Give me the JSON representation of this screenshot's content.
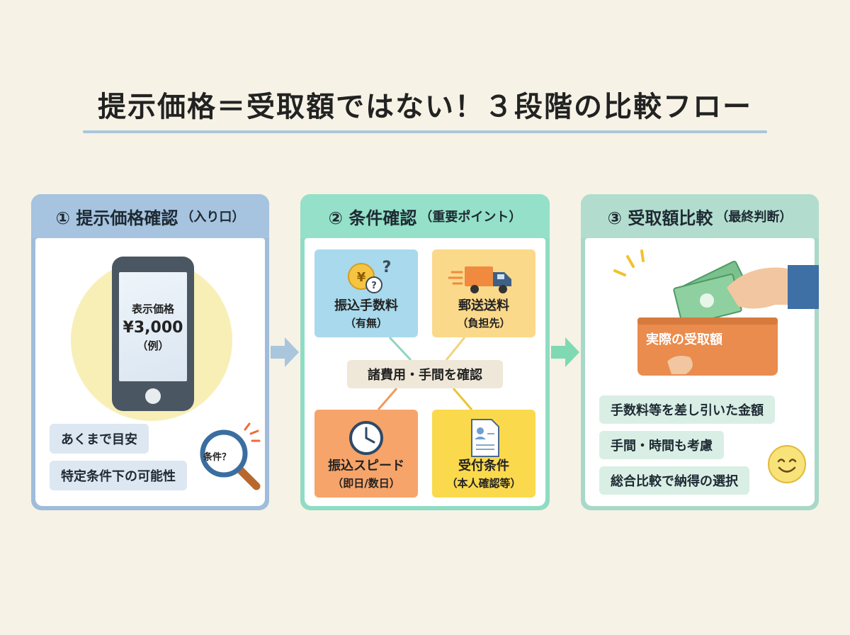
{
  "title": "提示価格＝受取額ではない！３段階の比較フロー",
  "steps": [
    {
      "heading": "① 提示価格確認",
      "sub": "（入り口）",
      "phone": {
        "label": "表示価格",
        "price": "¥3,000",
        "note": "（例）"
      },
      "magnifier": "条件？",
      "tags": [
        "あくまで目安",
        "特定条件下の可能性"
      ]
    },
    {
      "heading": "② 条件確認",
      "sub": "（重要ポイント）",
      "center": "諸費用・手間を確認",
      "boxes": [
        {
          "label": "振込手数料",
          "sub": "（有無）",
          "icon": "yen-coin-question-icon"
        },
        {
          "label": "郵送送料",
          "sub": "（負担先）",
          "icon": "delivery-truck-icon"
        },
        {
          "label": "振込スピード",
          "sub": "（即日/数日）",
          "icon": "clock-icon"
        },
        {
          "label": "受付条件",
          "sub": "（本人確認等）",
          "icon": "document-icon"
        }
      ]
    },
    {
      "heading": "③ 受取額比較",
      "sub": "（最終判断）",
      "wallet": "実際の受取額",
      "tags": [
        "手数料等を差し引いた金額",
        "手間・時間も考慮",
        "総合比較で納得の選択"
      ]
    }
  ],
  "colors": {
    "background": "#f6f2e6",
    "step1": "#a6c3df",
    "step2": "#94e0c8",
    "step3": "#b2ddce",
    "wallet": "#e98c4e",
    "arrow1": "#a9c6dc",
    "arrow2": "#7fd9b3"
  }
}
